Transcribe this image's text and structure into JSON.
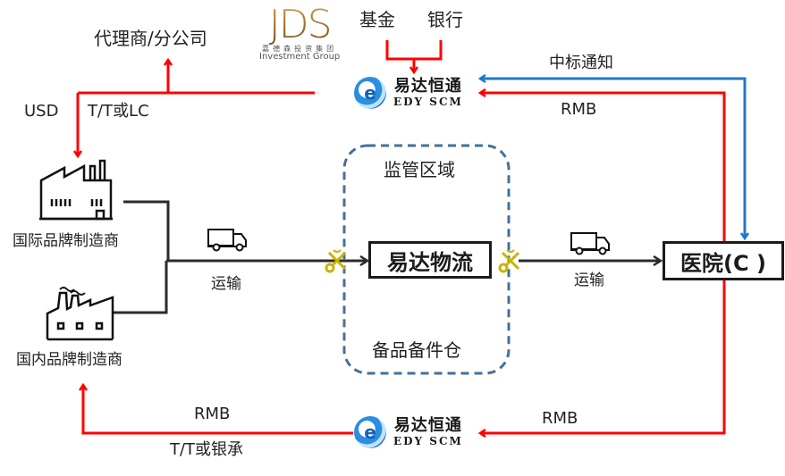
{
  "diagram": {
    "title": "EDY SCM supply chain flow",
    "colors": {
      "money_flow": "#ff0000",
      "notice_flow": "#1f78c8",
      "goods_flow": "#2b2b2b",
      "bonded_zone_border": "#44709a",
      "jds_gold": "#a0702a"
    },
    "top": {
      "agent_label": "代理商/分公司",
      "jds_logo": {
        "mark": "JDS",
        "sub_cn": "嘉德森投资集团",
        "sub_en": "Investment Group"
      },
      "fund_label": "基金",
      "bank_label": "银行"
    },
    "edy_logo": {
      "icon": "e-logo-icon",
      "cn": "易达恒通",
      "en": "EDY SCM"
    },
    "flows": {
      "currency_usd": "USD",
      "payment_tt_lc": "T/T或LC",
      "bid_notice": "中标通知",
      "rmb_top": "RMB",
      "rmb_bottom_right": "RMB",
      "rmb_bottom_left": "RMB",
      "payment_tt_acceptance": "T/T或银承",
      "transport_left": "运输",
      "transport_right": "运输"
    },
    "nodes": {
      "intl_manufacturer": "国际品牌制造商",
      "domestic_manufacturer": "国内品牌制造商",
      "bonded_zone_title": "监管区域",
      "warehouse_label": "备品备件仓",
      "edy_logistics": "易达物流",
      "hospital": "医院(C )"
    },
    "icons": [
      "factory-icon",
      "factory-smoke-icon",
      "truck-icon",
      "customs-emblem-icon",
      "e-logo-icon"
    ]
  }
}
